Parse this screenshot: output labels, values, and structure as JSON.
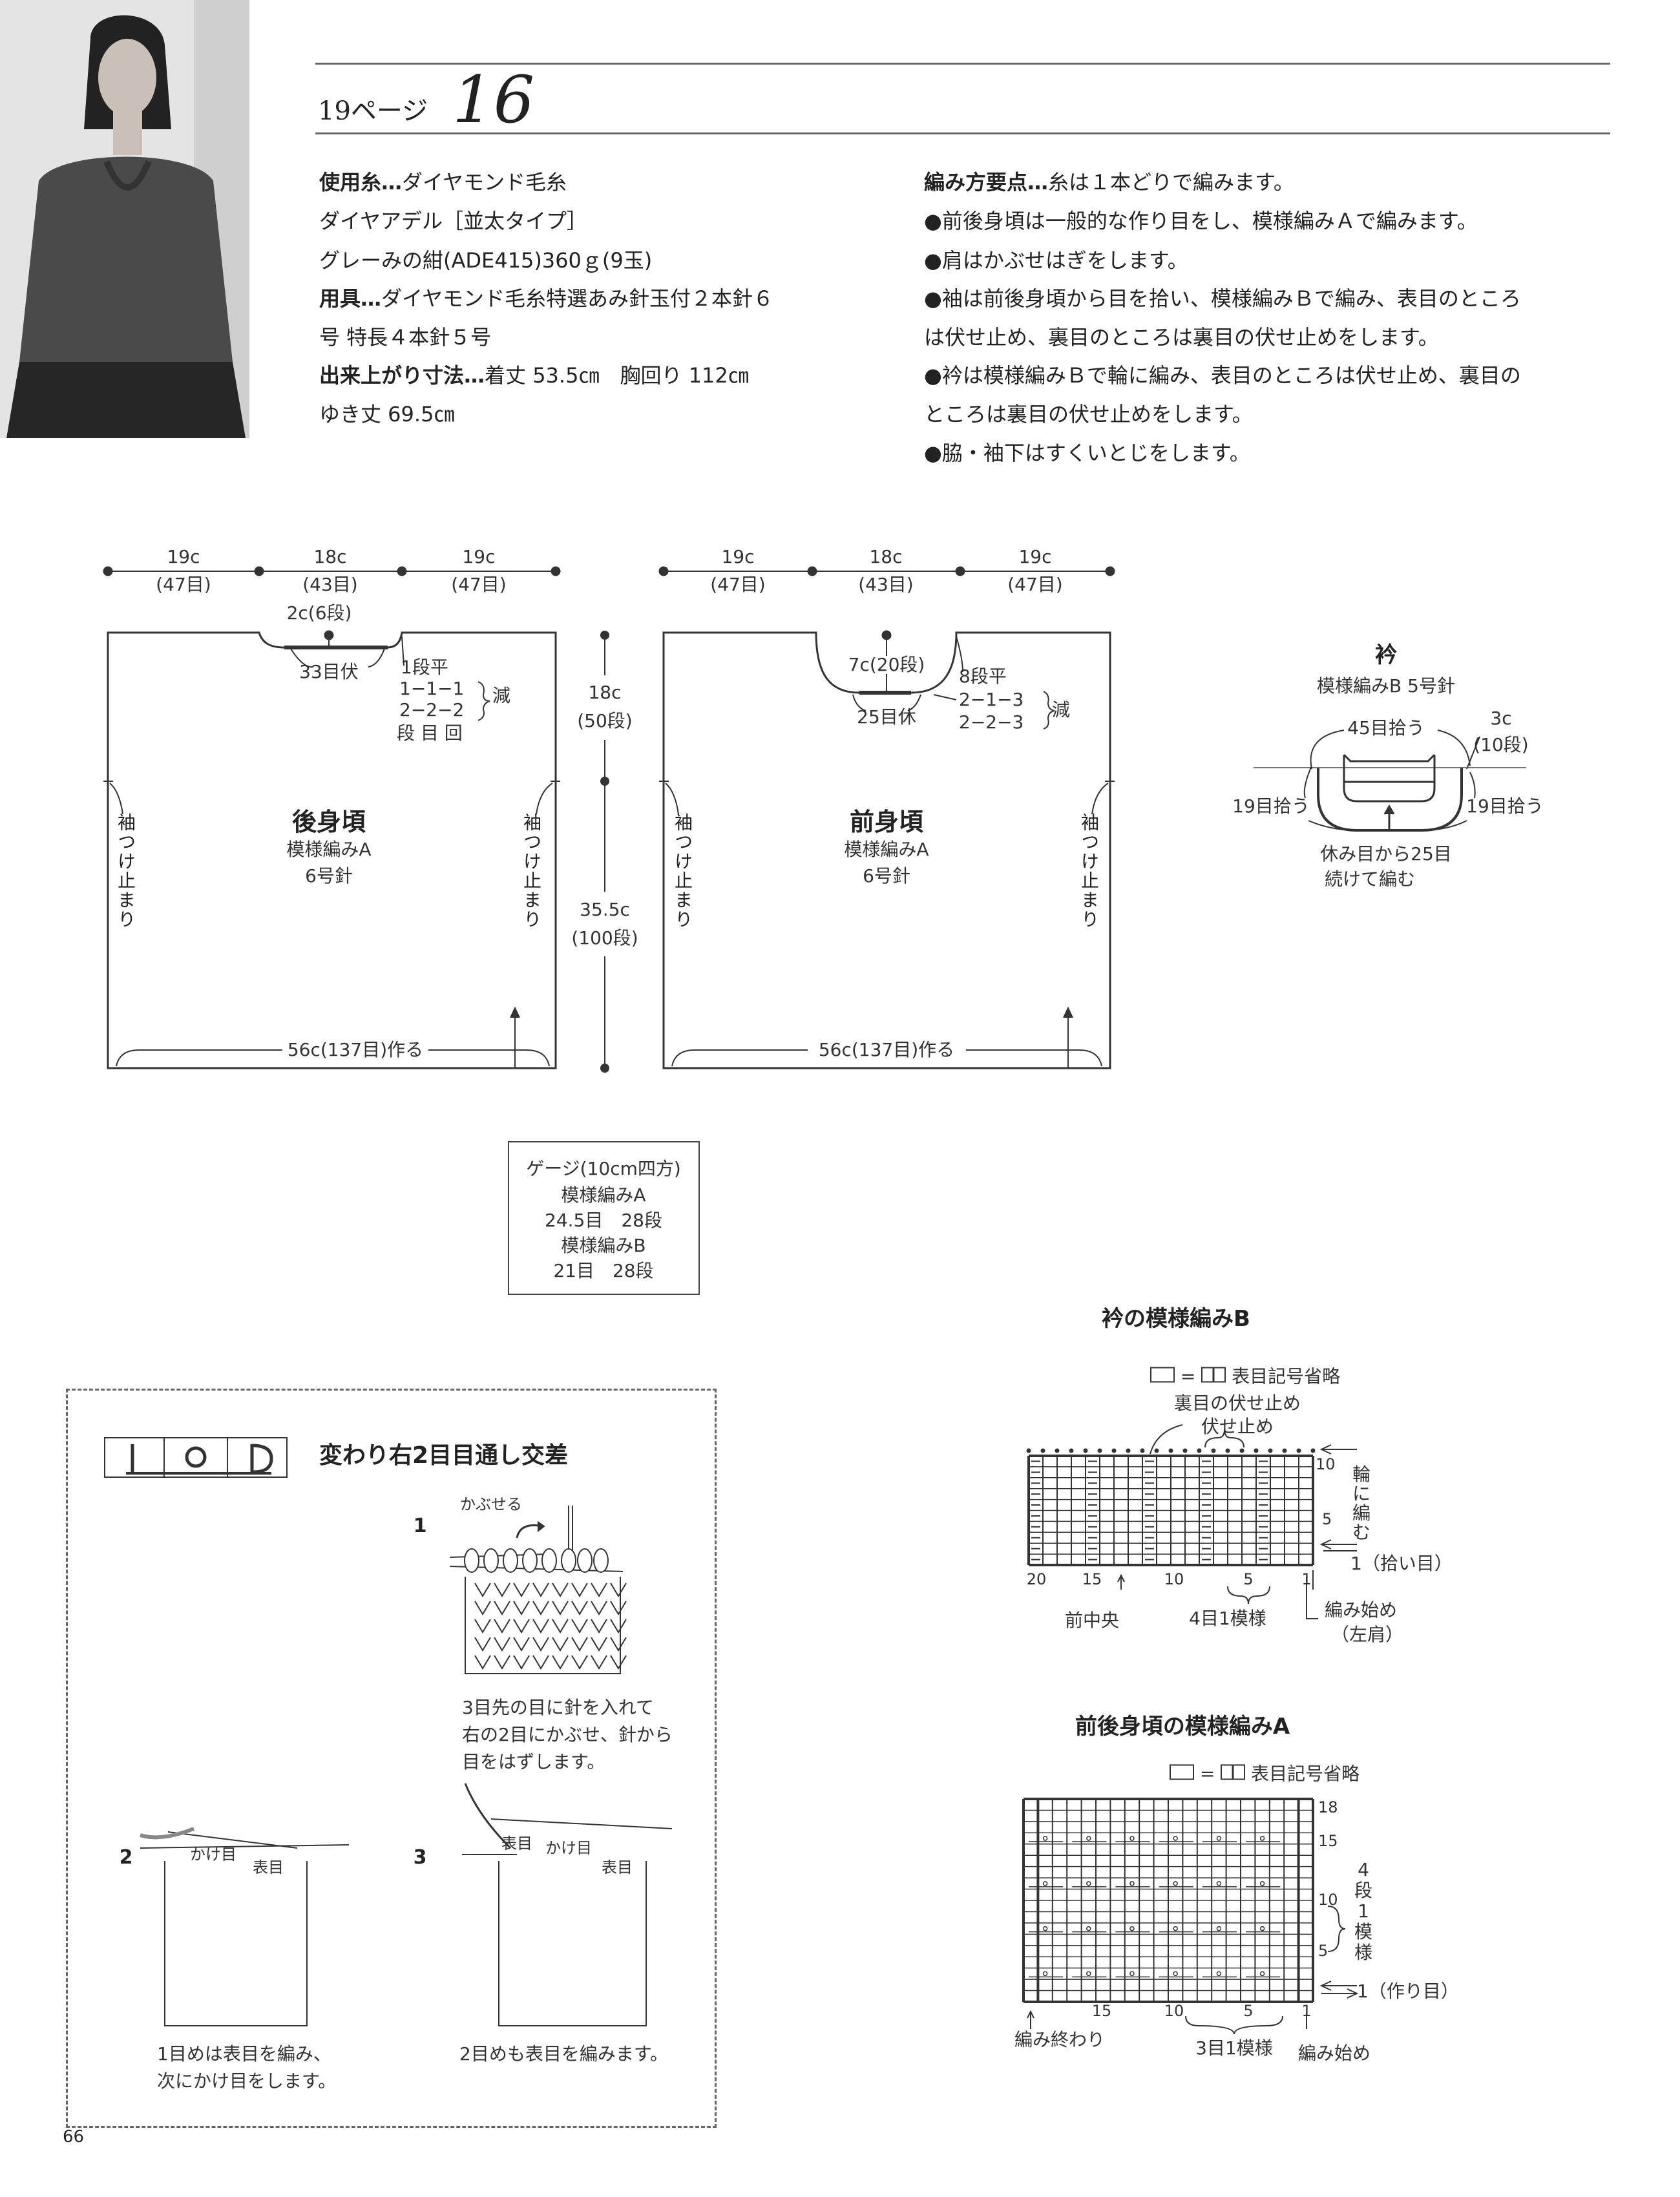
{
  "header": {
    "page_ref": "19ページ",
    "pattern_number": "16"
  },
  "materials": {
    "lines": [
      {
        "label": "使用糸…",
        "text": "ダイヤモンド毛糸"
      },
      {
        "label": "",
        "text": "ダイヤアデル［並太タイプ］"
      },
      {
        "label": "",
        "text": "グレーみの紺(ADE415)360ｇ(9玉)"
      },
      {
        "label": "用具…",
        "text": "ダイヤモンド毛糸特選あみ針玉付２本針６"
      },
      {
        "label": "",
        "text": "号 特長４本針５号"
      },
      {
        "label": "出来上がり寸法…",
        "text": "着丈 53.5㎝　胸回り 112㎝"
      },
      {
        "label": "",
        "text": "ゆき丈 69.5㎝"
      }
    ]
  },
  "instructions": {
    "lines": [
      {
        "label": "編み方要点…",
        "text": "糸は１本どりで編みます。"
      },
      {
        "label": "",
        "text": "●前後身頃は一般的な作り目をし、模様編みＡで編みます。"
      },
      {
        "label": "",
        "text": "●肩はかぶせはぎをします。"
      },
      {
        "label": "",
        "text": "●袖は前後身頃から目を拾い、模様編みＢで編み、表目のところ"
      },
      {
        "label": "",
        "text": "は伏せ止め、裏目のところは裏目の伏せ止めをします。"
      },
      {
        "label": "",
        "text": "●衿は模様編みＢで輪に編み、表目のところは伏せ止め、裏目の"
      },
      {
        "label": "",
        "text": "ところは裏目の伏せ止めをします。"
      },
      {
        "label": "",
        "text": "●脇・袖下はすくいとじをします。"
      }
    ]
  },
  "back_body": {
    "widths": [
      {
        "cm": "19c",
        "sts": "(47目)"
      },
      {
        "cm": "18c",
        "sts": "(43目)"
      },
      {
        "cm": "19c",
        "sts": "(47目)"
      }
    ],
    "neck_depth": "2c(6段)",
    "neck_bindoff": "33目伏",
    "dec": [
      "1段平",
      "1−1−1",
      "2−2−2",
      "段 目 回"
    ],
    "dec_label": "減",
    "title": "後身頃",
    "pattern": "模様編みA",
    "needle": "6号針",
    "sleeve_mark": "袖つけ止まり",
    "cast_on": "56c(137目)作る"
  },
  "front_body": {
    "widths": [
      {
        "cm": "19c",
        "sts": "(47目)"
      },
      {
        "cm": "18c",
        "sts": "(43目)"
      },
      {
        "cm": "19c",
        "sts": "(47目)"
      }
    ],
    "neck_depth": "7c(20段)",
    "neck_hold": "25目休",
    "dec": [
      "8段平",
      "2−1−3",
      "2−2−3"
    ],
    "dec_label": "減",
    "title": "前身頃",
    "pattern": "模様編みA",
    "needle": "6号針",
    "sleeve_mark": "袖つけ止まり",
    "cast_on": "56c(137目)作る"
  },
  "height_dims": [
    {
      "cm": "18c",
      "rows": "(50段)"
    },
    {
      "cm": "35.5c",
      "rows": "(100段)"
    }
  ],
  "gauge": {
    "lines": [
      "ゲージ(10cm四方)",
      "模様編みA",
      "24.5目　28段",
      "模様編みB",
      "21目　28段"
    ]
  },
  "collar": {
    "title": "衿",
    "subtitle": "模様編みB 5号針",
    "top_pickup": "45目拾う",
    "depth_cm": "3c",
    "depth_rows": "(10段)",
    "left_pickup": "19目拾う",
    "right_pickup": "19目拾う",
    "bottom_note": [
      "休み目から25目",
      "続けて編む"
    ]
  },
  "chart_b": {
    "title": "衿の模様編みB",
    "legend": "表目記号省略",
    "bindoff_purl": "裏目の伏せ止め",
    "bindoff": "伏せ止め",
    "side_note": [
      "輪",
      "に",
      "編",
      "む"
    ],
    "cols": 20,
    "rows": 10,
    "purl_cols": [
      4,
      8,
      12,
      16,
      20
    ],
    "col_labels": [
      "20",
      "15",
      "10",
      "5",
      "1"
    ],
    "row_labels": [
      "10",
      "5"
    ],
    "pickup_row": "1（拾い目）",
    "center_front": "前中央",
    "repeat": "4目1模様",
    "start": "編み始め",
    "start_sub": "（左肩）"
  },
  "chart_a": {
    "title": "前後身頃の模様編みA",
    "legend": "表目記号省略",
    "cols": 20,
    "rows": 18,
    "pattern_rows": [
      3,
      7,
      11,
      15
    ],
    "row_labels": [
      "18",
      "15",
      "10",
      "5"
    ],
    "col_labels": [
      "15",
      "10",
      "5",
      "1"
    ],
    "repeat_rows": [
      "4",
      "段",
      "1",
      "模",
      "様"
    ],
    "cast_on_row": "1（作り目）",
    "end": "編み終わり",
    "repeat": "3目1模様",
    "start": "編み始め"
  },
  "technique": {
    "title": "変わり右2目目通し交差",
    "steps": [
      {
        "num": "1",
        "labels": [
          "かぶせる"
        ],
        "caption": [
          "3目先の目に針を入れて",
          "右の2目にかぶせ、針から",
          "目をはずします。"
        ]
      },
      {
        "num": "2",
        "labels": [
          "かけ目",
          "表目"
        ],
        "caption": [
          "1目めは表目を編み、",
          "次にかけ目をします。"
        ]
      },
      {
        "num": "3",
        "labels": [
          "表目",
          "かけ目",
          "表目"
        ],
        "caption": [
          "2目めも表目を編みます。"
        ]
      }
    ]
  },
  "footer": {
    "page_number": "66"
  }
}
